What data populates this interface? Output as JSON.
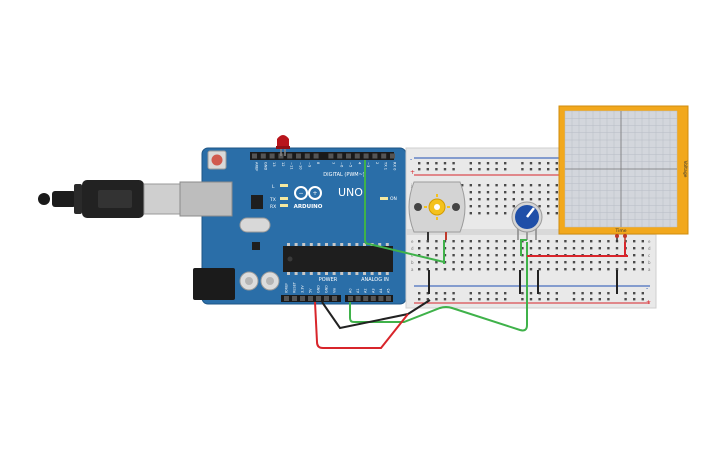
{
  "arduino": {
    "brand": "ARDUINO",
    "model": "UNO",
    "digital_header": "DIGITAL (PWM~)",
    "analog_header": "ANALOG IN",
    "power_header": "POWER",
    "on_label": "ON",
    "led_l": "L",
    "led_tx": "TX",
    "led_rx": "RX",
    "digital_pins": [
      "AREF",
      "GND",
      "13",
      "12",
      "~11",
      "~10",
      "~9",
      "8",
      "7",
      "~6",
      "~5",
      "4",
      "~3",
      "2",
      "TX 1",
      "RX 0"
    ],
    "power_pins": [
      "IOREF",
      "RESET",
      "3.3V",
      "5V",
      "GND",
      "GND",
      "Vin"
    ],
    "analog_pins": [
      "A0",
      "A1",
      "A2",
      "A3",
      "A4",
      "A5"
    ]
  },
  "oscilloscope": {
    "x_label": "Time",
    "y_label": "Voltage"
  },
  "breadboard": {
    "rail_plus": "+",
    "rail_minus": "-",
    "row_letters_top": [
      "j",
      "i",
      "h",
      "g",
      "f"
    ],
    "row_letters_bottom": [
      "e",
      "d",
      "c",
      "b",
      "a"
    ]
  },
  "colors": {
    "arduino_blue": "#2a6ea8",
    "scope_frame": "#f2a81c",
    "wire_green": "#3fb24a",
    "wire_red": "#d8252b",
    "wire_black": "#222222",
    "breadboard": "#e9e9e9"
  },
  "components": {
    "usb_cable": "usb-cable-icon",
    "led": "red-led-icon",
    "motor": "dc-motor-icon",
    "potentiometer": "potentiometer-icon"
  }
}
